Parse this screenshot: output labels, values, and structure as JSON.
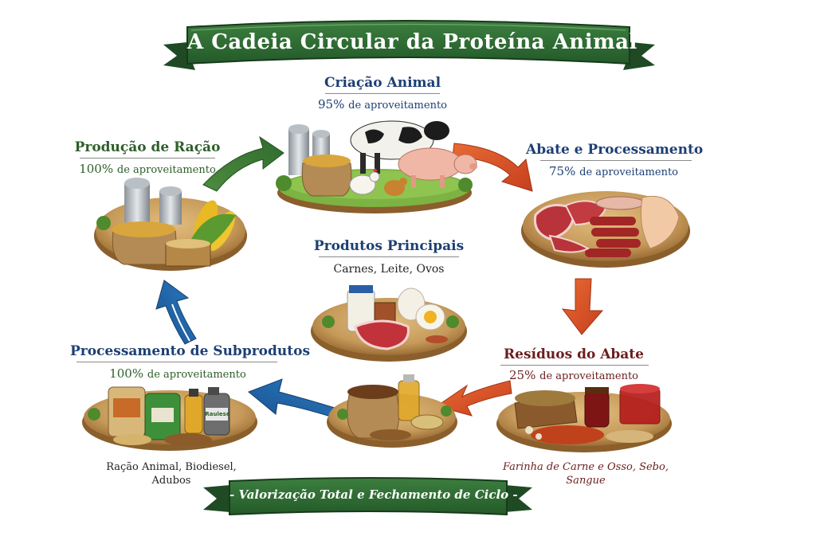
{
  "title": "A Cadeia Circular da Proteína Animal",
  "footer": "- Valorização Total e Fechamento de Ciclo -",
  "stages": {
    "criacao": {
      "title": "Criação Animal",
      "pct": "95%",
      "rest": "de aproveitamento"
    },
    "abate": {
      "title": "Abate e Processamento",
      "pct": "75%",
      "rest": "de aproveitamento"
    },
    "residuos": {
      "title": "Resíduos do Abate",
      "pct": "25%",
      "rest": "de aproveitamento",
      "caption": "Farinha de Carne e Osso, Sebo, Sangue"
    },
    "subprodutos": {
      "title": "Processamento de Subprodutos",
      "pct": "100%",
      "rest": "de aproveitamento",
      "caption_line1": "Ração Animal, Biodiesel,",
      "caption_line2": "Adubos",
      "jug_label": "Raulese"
    },
    "racao": {
      "title": "Produção de Ração",
      "pct": "100%",
      "rest": "de aproveitamento"
    },
    "produtos": {
      "title": "Produtos Principais",
      "subtitle": "Carnes, Leite, Ovos"
    }
  },
  "colors": {
    "banner_green": "#2f6b34",
    "banner_dark": "#1f4a24",
    "title_blue": "#1d3f73",
    "title_green": "#2e5e2a",
    "title_darkred": "#6b1e1e",
    "arrow_green": "#3f7d3a",
    "arrow_orange": "#d9502a",
    "arrow_blue": "#1f63a8",
    "board_wood": "#c69a5a",
    "board_edge": "#8a5f2c",
    "grass": "#6fa63a"
  }
}
